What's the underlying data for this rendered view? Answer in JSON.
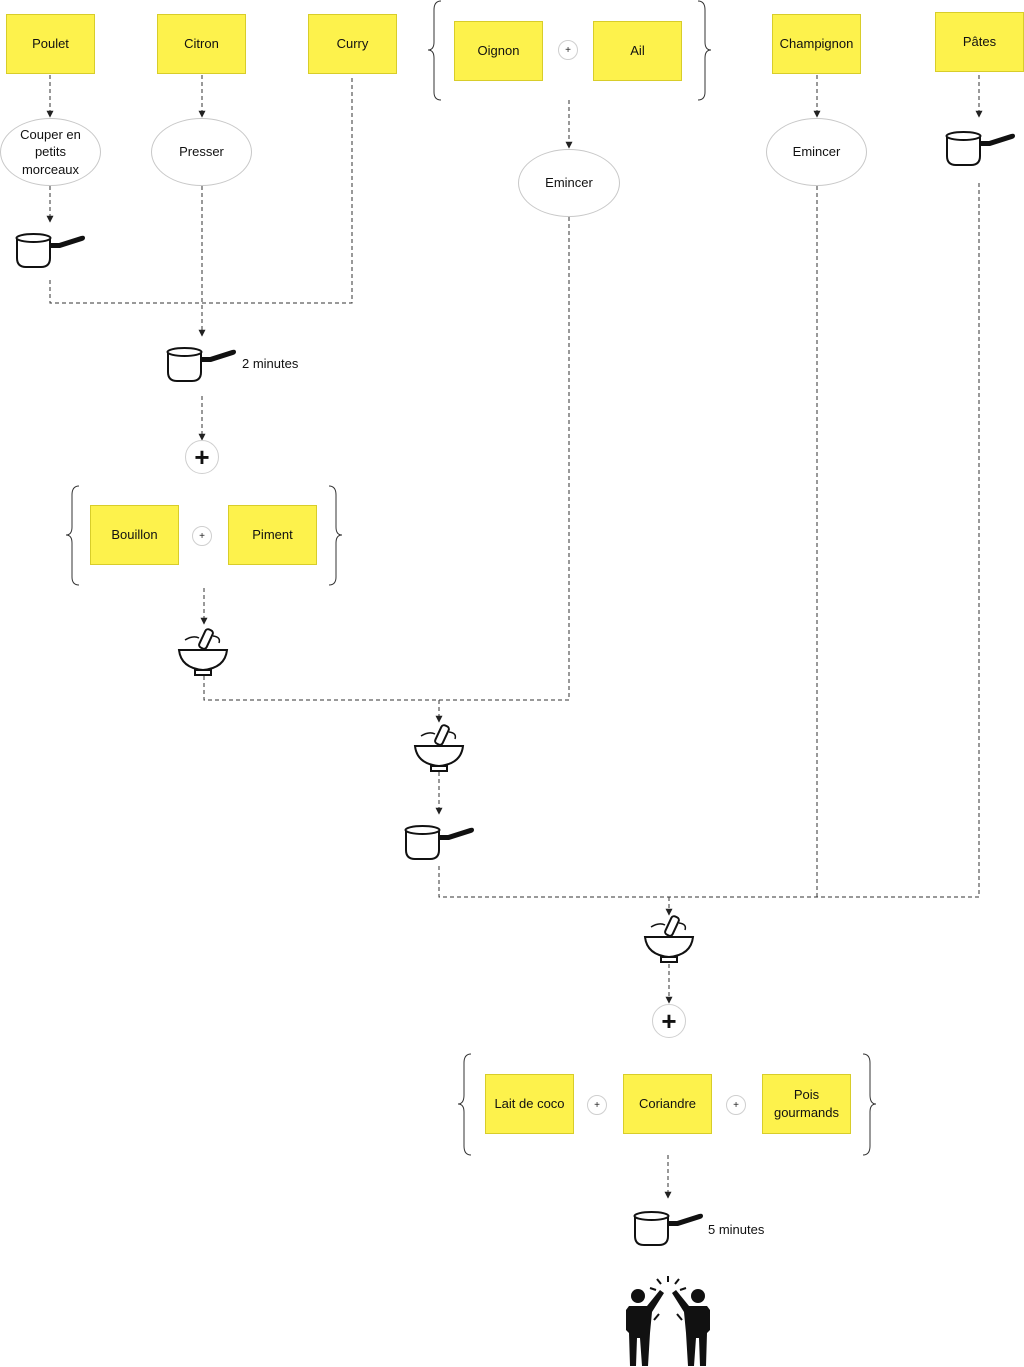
{
  "ingredients": {
    "poulet": "Poulet",
    "citron": "Citron",
    "curry": "Curry",
    "oignon": "Oignon",
    "ail": "Ail",
    "champignon": "Champignon",
    "pates": "Pâtes",
    "bouillon": "Bouillon",
    "piment": "Piment",
    "lait_coco": "Lait de coco",
    "coriandre": "Coriandre",
    "pois": "Pois gourmands"
  },
  "actions": {
    "couper": "Couper en petits morceaux",
    "presser": "Presser",
    "emincer_oignon_ail": "Emincer",
    "emincer_champignon": "Emincer"
  },
  "durations": {
    "first_cook": "2 minutes",
    "final_cook": "5 minutes"
  },
  "symbols": {
    "plus": "+"
  },
  "icons": [
    "saucepan-icon",
    "mortar-pestle-icon",
    "high-five-icon",
    "plus-icon",
    "brace-icon"
  ],
  "colors": {
    "sticky_note": "#fdf24c",
    "connector": "#333333"
  }
}
